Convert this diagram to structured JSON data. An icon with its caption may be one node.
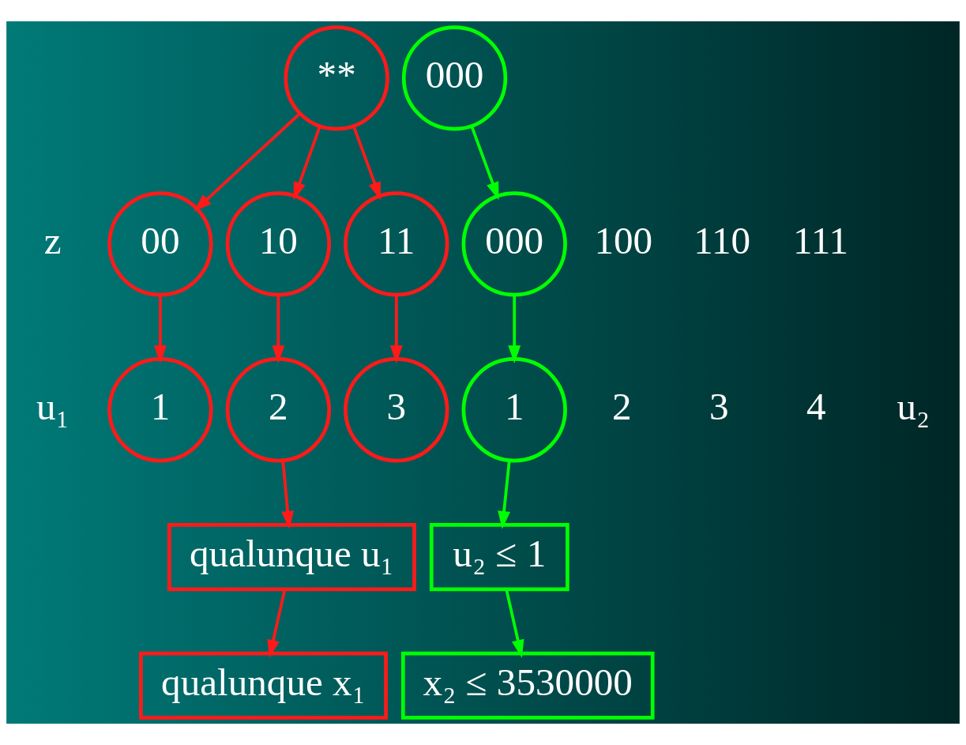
{
  "diagram": {
    "nodes": [
      {
        "text": [
          "**"
        ]
      },
      {
        "text": [
          "000"
        ]
      },
      {
        "text": [
          "00"
        ]
      },
      {
        "text": [
          "10"
        ]
      },
      {
        "text": [
          "11"
        ]
      },
      {
        "text": [
          "000"
        ]
      },
      {
        "text": [
          "1"
        ]
      },
      {
        "text": [
          "2"
        ]
      },
      {
        "text": [
          "3"
        ]
      },
      {
        "text": [
          "1"
        ]
      },
      {
        "text": [
          "qualunque u₁"
        ]
      },
      {
        "text": [
          "u₂ ≤ 1"
        ]
      },
      {
        "text": [
          "qualunque x₁"
        ]
      },
      {
        "text": [
          "x₂ ≤ 3530000"
        ]
      }
    ],
    "edges": [
      {
        "from": 0,
        "to": 2,
        "arrow": "to"
      },
      {
        "from": 0,
        "to": 3,
        "arrow": "to"
      },
      {
        "from": 0,
        "to": 4,
        "arrow": "to"
      },
      {
        "from": 1,
        "to": 5,
        "arrow": "to",
        "color": "#00ff00"
      },
      {
        "from": 2,
        "to": 6,
        "arrow": "to"
      },
      {
        "from": 3,
        "to": 7,
        "arrow": "to"
      },
      {
        "from": 4,
        "to": 8,
        "arrow": "to"
      },
      {
        "from": 5,
        "to": 9,
        "arrow": "to",
        "color": "#00ff00"
      },
      {
        "from": 7,
        "to": 10,
        "arrow": "to"
      },
      {
        "from": 9,
        "to": 11,
        "arrow": "to",
        "color": "#00ff00"
      },
      {
        "from": 10,
        "to": 12,
        "arrow": "to"
      },
      {
        "from": 11,
        "to": 13,
        "arrow": "to",
        "color": "#00ff00"
      }
    ],
    "labels": [
      "z",
      "100",
      "110",
      "111",
      "u₁",
      "2",
      "3",
      "4",
      "u₂"
    ]
  }
}
